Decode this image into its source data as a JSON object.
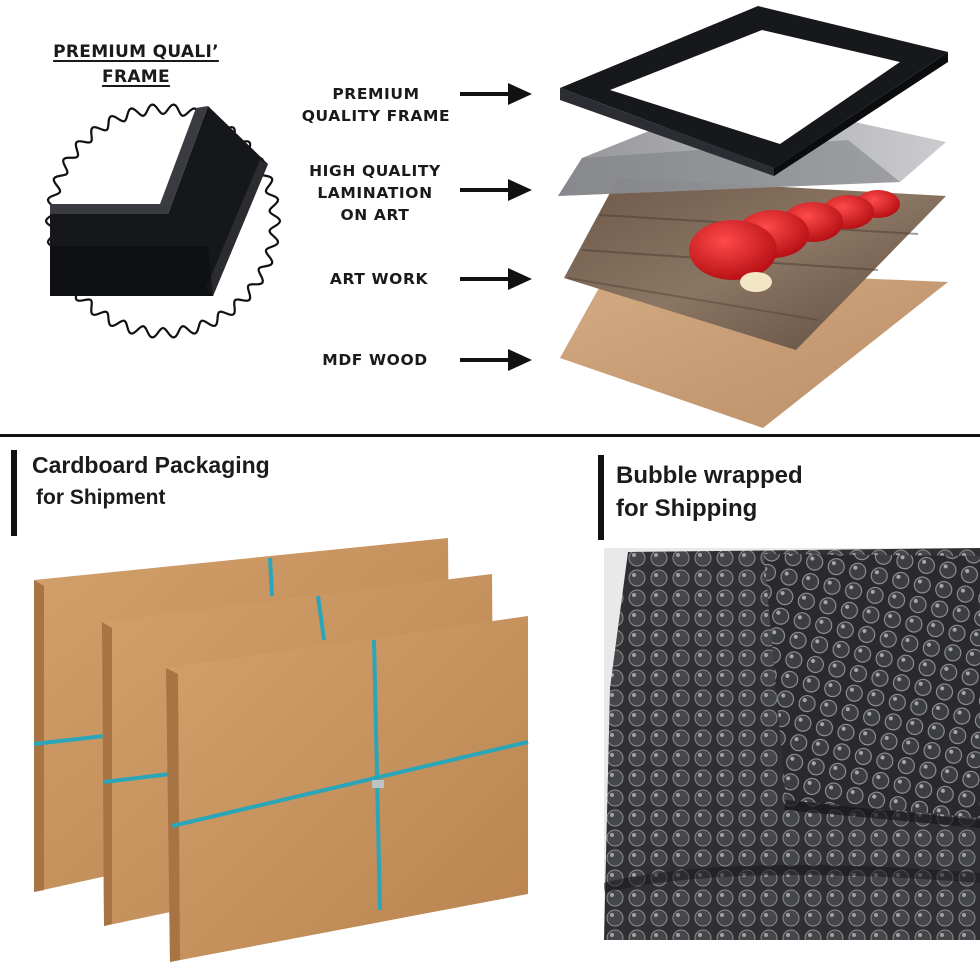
{
  "badge": {
    "title_line1": "PREMIUM QUALI’",
    "title_line2": "FRAME",
    "icon": "frame-corner-icon"
  },
  "layers": [
    {
      "label_lines": [
        "PREMIUM",
        "QUALITY FRAME"
      ],
      "icon": "arrow-right-icon"
    },
    {
      "label_lines": [
        "HIGH QUALITY",
        "LAMINATION",
        "ON ART"
      ],
      "icon": "arrow-right-icon"
    },
    {
      "label_lines": [
        "ART WORK"
      ],
      "icon": "arrow-right-icon"
    },
    {
      "label_lines": [
        "MDF WOOD"
      ],
      "icon": "arrow-right-icon"
    }
  ],
  "cardboard": {
    "title": "Cardboard Packaging",
    "subtitle": "for Shipment"
  },
  "bubble": {
    "title": "Bubble wrapped",
    "subtitle": "for Shipping"
  },
  "colors": {
    "frame": "#15161a",
    "lamination": "#a8a9ad",
    "mdf": "#c79a6e",
    "cardboard": "#c9935d",
    "strap": "#2aa6b8",
    "bubble": "#2b2b2e",
    "apple": "#d0161c"
  }
}
